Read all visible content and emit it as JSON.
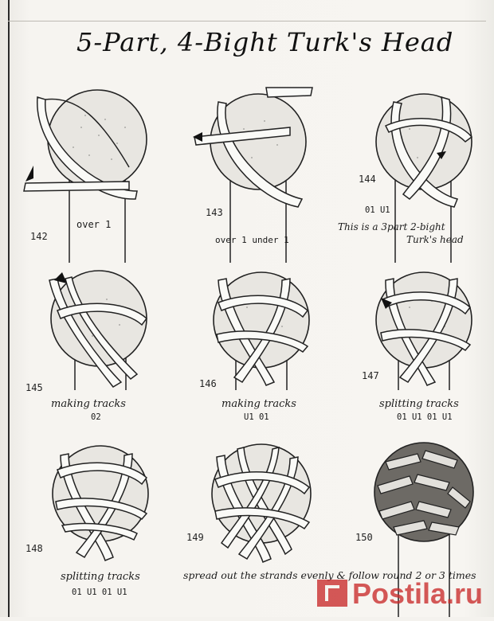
{
  "title": "5-Part, 4-Bight Turk's Head",
  "figures": [
    {
      "number": "142",
      "caption": "over 1",
      "code": ""
    },
    {
      "number": "143",
      "caption": "over 1  under 1",
      "code": ""
    },
    {
      "number": "144",
      "caption": "This is a 3part 2-bight",
      "caption2": "Turk's head",
      "code": "01 U1"
    },
    {
      "number": "145",
      "caption": "making tracks",
      "code": "02"
    },
    {
      "number": "146",
      "caption": "making tracks",
      "code": "U1 01"
    },
    {
      "number": "147",
      "caption": "splitting tracks",
      "code": "01 U1 01 U1"
    },
    {
      "number": "148",
      "caption": "splitting tracks",
      "code": "01 U1 01 U1"
    },
    {
      "number": "149",
      "caption": "spread out the strands evenly & follow round 2 or 3 times",
      "code": ""
    },
    {
      "number": "150",
      "caption": "",
      "code": ""
    }
  ],
  "watermark": {
    "text": "Postila.ru",
    "color": "#c92b2b"
  }
}
